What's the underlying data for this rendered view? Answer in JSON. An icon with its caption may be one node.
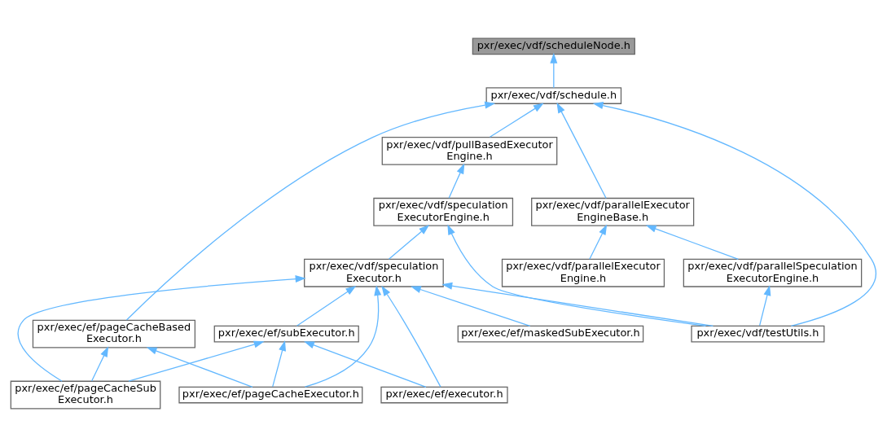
{
  "diagram": {
    "nodes": [
      {
        "text": [
          "pxr/exec/vdf/scheduleNode.h"
        ]
      },
      {
        "text": [
          "pxr/exec/vdf/schedule.h"
        ]
      },
      {
        "text": [
          "pxr/exec/vdf/pullBasedExecutor Engine.h"
        ]
      },
      {
        "text": [
          "pxr/exec/vdf/parallelExecutor EngineBase.h"
        ]
      },
      {
        "text": [
          "pxr/exec/vdf/speculation ExecutorEngine.h"
        ]
      },
      {
        "text": [
          "pxr/exec/vdf/parallelExecutor Engine.h"
        ]
      },
      {
        "text": [
          "pxr/exec/vdf/speculation Executor.h"
        ]
      },
      {
        "text": [
          "pxr/exec/vdf/parallelSpeculation ExecutorEngine.h"
        ]
      },
      {
        "text": [
          "pxr/exec/ef/pageCacheBased Executor.h"
        ]
      },
      {
        "text": [
          "pxr/exec/ef/maskedSubExecutor.h"
        ]
      },
      {
        "text": [
          "pxr/exec/ef/subExecutor.h"
        ]
      },
      {
        "text": [
          "pxr/exec/vdf/testUtils.h"
        ]
      },
      {
        "text": [
          "pxr/exec/ef/pageCacheExecutor.h"
        ]
      },
      {
        "text": [
          "pxr/exec/ef/pageCacheSub Executor.h"
        ]
      },
      {
        "text": [
          "pxr/exec/ef/executor.h"
        ]
      }
    ],
    "edges": [
      {
        "from": 1,
        "to": 0,
        "arrow": "to"
      },
      {
        "from": 8,
        "to": 1,
        "arrow": "to"
      },
      {
        "from": 2,
        "to": 1,
        "arrow": "to"
      },
      {
        "from": 3,
        "to": 1,
        "arrow": "to"
      },
      {
        "from": 11,
        "to": 1,
        "arrow": "to"
      },
      {
        "from": 4,
        "to": 2,
        "arrow": "to"
      },
      {
        "from": 5,
        "to": 3,
        "arrow": "to"
      },
      {
        "from": 7,
        "to": 3,
        "arrow": "to"
      },
      {
        "from": 6,
        "to": 4,
        "arrow": "to"
      },
      {
        "from": 11,
        "to": 4,
        "arrow": "to"
      },
      {
        "from": 12,
        "to": 6,
        "arrow": "to"
      },
      {
        "from": 9,
        "to": 6,
        "arrow": "to"
      },
      {
        "from": 13,
        "to": 6,
        "arrow": "to"
      },
      {
        "from": 10,
        "to": 6,
        "arrow": "to"
      },
      {
        "from": 14,
        "to": 6,
        "arrow": "to"
      },
      {
        "from": 11,
        "to": 6,
        "arrow": "to"
      },
      {
        "from": 11,
        "to": 7,
        "arrow": "to"
      },
      {
        "from": 12,
        "to": 8,
        "arrow": "to"
      },
      {
        "from": 13,
        "to": 8,
        "arrow": "to"
      },
      {
        "from": 12,
        "to": 10,
        "arrow": "to"
      },
      {
        "from": 13,
        "to": 10,
        "arrow": "to"
      },
      {
        "from": 14,
        "to": 10,
        "arrow": "to"
      }
    ]
  }
}
